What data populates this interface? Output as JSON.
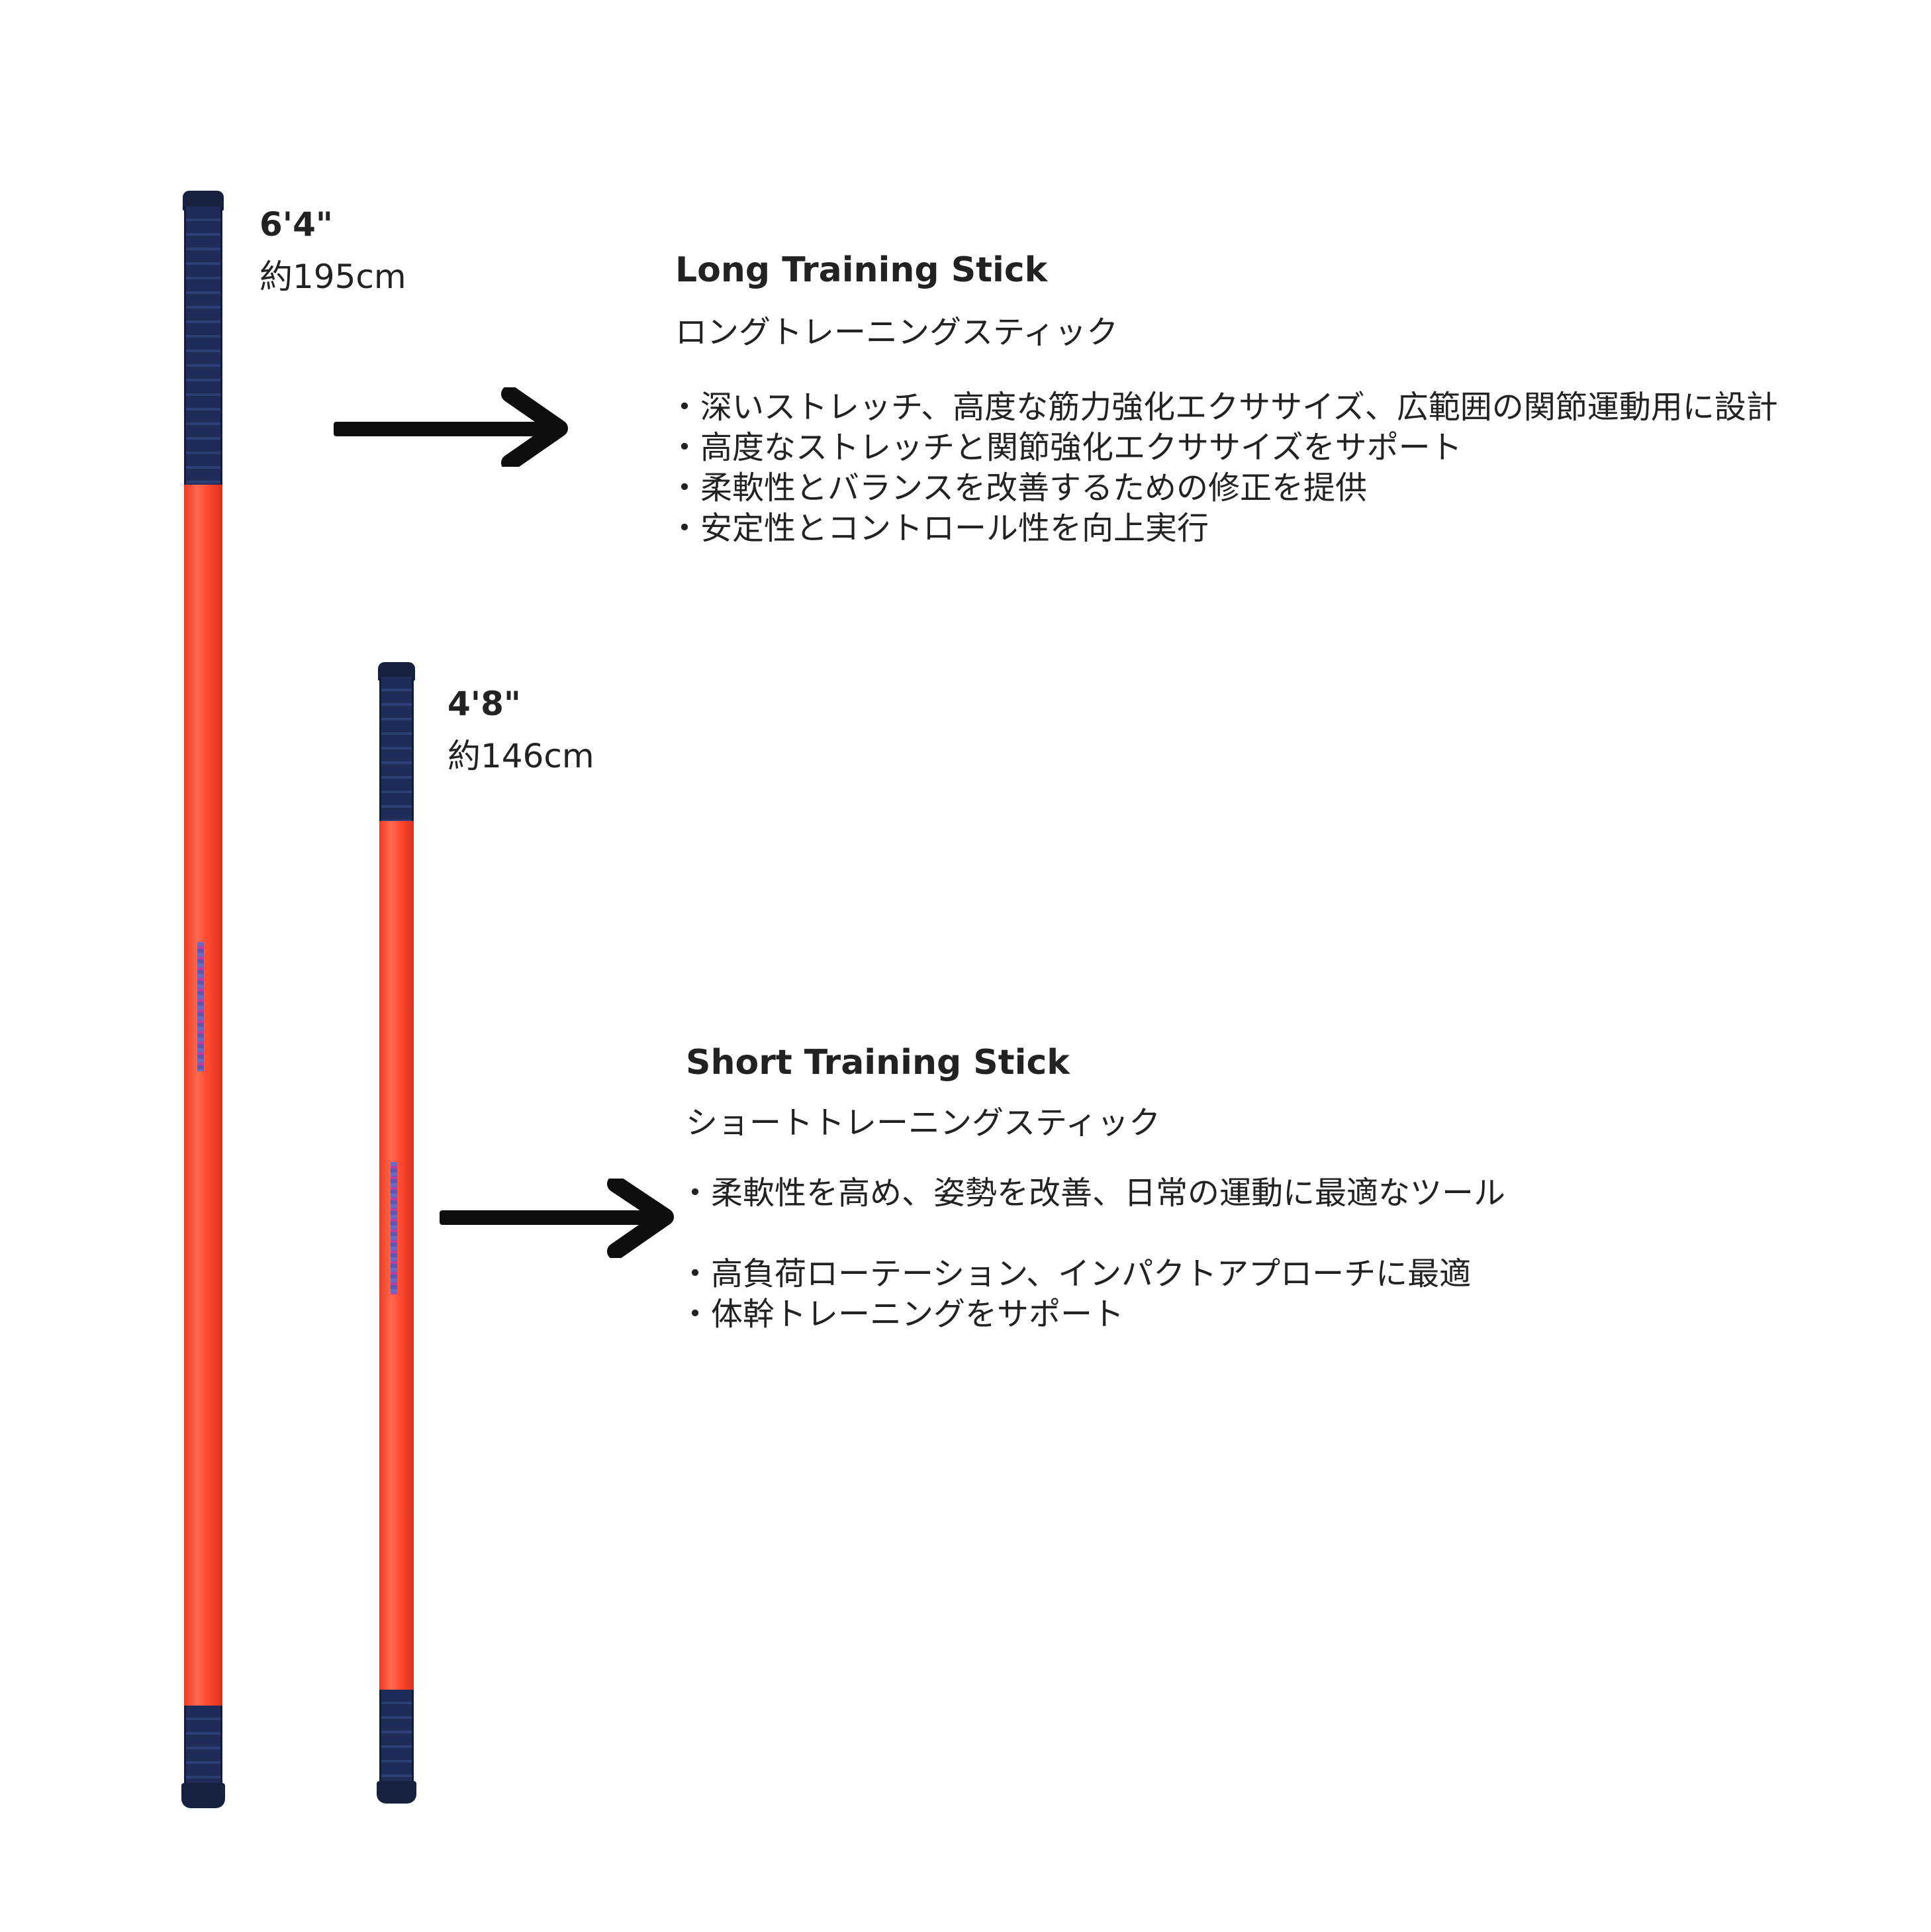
{
  "long_stick": {
    "size_imperial": "6'4\"",
    "size_metric": "約195cm",
    "title": "Long Training Stick",
    "subtitle": "ロングトレーニングスティック",
    "bullets": [
      "深いストレッチ、高度な筋力強化エクササイズ、広範囲の関節運動用に設計",
      "高度なストレッチと関節強化エクササイズをサポート",
      "柔軟性とバランスを改善するための修正を提供",
      "安定性とコントロール性を向上実行"
    ]
  },
  "short_stick": {
    "size_imperial": "4'8\"",
    "size_metric": "約146cm",
    "title": "Short Training Stick",
    "subtitle": "ショートトレーニングスティック",
    "bullets": [
      "柔軟性を高め、姿勢を改善、日常の運動に最適なツール",
      "高負荷ローテーション、インパクトアプローチに最適",
      "体幹トレーニングをサポート"
    ]
  },
  "colors": {
    "shaft": "#ff4a33",
    "grip": "#1f2c57",
    "arrow": "#0e0e0e",
    "text": "#222222"
  },
  "icons": [
    "arrow-right-icon",
    "arrow-right-icon"
  ]
}
